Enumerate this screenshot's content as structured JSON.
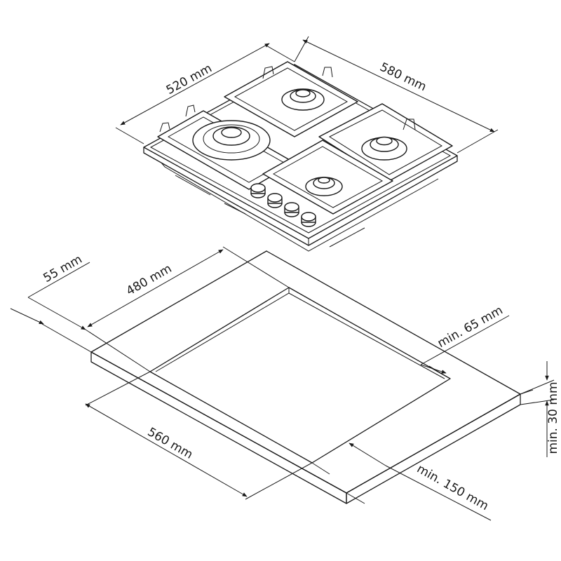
{
  "hob": {
    "width_label": "580 mm",
    "depth_label": "520 mm",
    "burner_count": 4,
    "knob_count": 4
  },
  "cutout": {
    "width_label": "560 mm",
    "depth_label": "480 mm",
    "front_margin_label": "55 mm",
    "side_clearance_label": "min. 65 mm",
    "rear_clearance_label": "min. 150 mm",
    "worktop_thickness_label": "min. 30 mm"
  },
  "colors": {
    "line": "#1a1a1a",
    "background": "#ffffff"
  }
}
